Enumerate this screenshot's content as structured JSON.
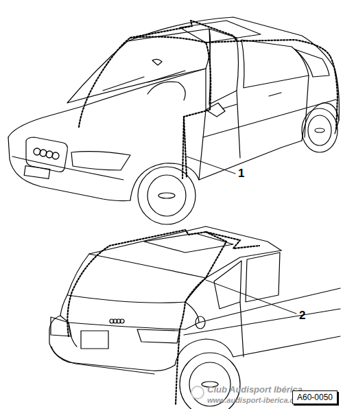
{
  "diagram": {
    "nodes": [
      {
        "text": [
          "A60-0050"
        ]
      }
    ],
    "labels": [
      "1",
      "2",
      "Club Audisport Ibérica",
      "www.audisport-iberica.com"
    ]
  }
}
